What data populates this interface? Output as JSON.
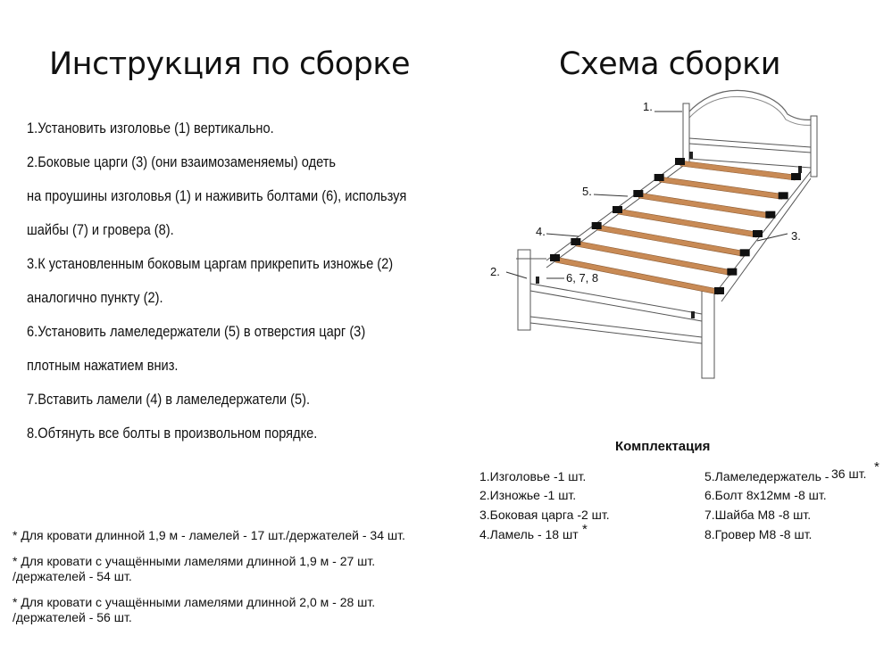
{
  "titles": {
    "instructions": "Инструкция по сборке",
    "scheme": "Схема сборки"
  },
  "steps": [
    "1.Установить изголовье (1) вертикально.",
    "2.Боковые  царги (3) (они взаимозаменяемы) одеть",
    "на проушины изголовья (1) и наживить болтами (6), используя",
    "шайбы (7) и гровера (8).",
    "3.К установленным боковым царгам прикрепить изножье (2)",
    "аналогично пункту (2).",
    "6.Установить ламеледержатели (5) в отверстия царг (3)",
    "плотным нажатием вниз.",
    "7.Вставить ламели (4) в ламеледержатели (5).",
    "8.Обтянуть все болты в произвольном порядке."
  ],
  "diagram": {
    "labels": {
      "headboard": "1.",
      "footboard": "2.",
      "side_rail": "3.",
      "slat": "4.",
      "slat_holder": "5.",
      "fasteners": "6, 7, 8"
    },
    "colors": {
      "slat": "#c88a55",
      "slat_dark": "#8a5a32",
      "holder": "#111111",
      "line": "#555555"
    }
  },
  "kit": {
    "title": "Комплектация",
    "left": [
      "1.Изголовье -1 шт.",
      "2.Изножье -1 шт.",
      "3.Боковая царга -2 шт.",
      "4.Ламель - 18 шт"
    ],
    "right": [
      "5.Ламеледержатель -",
      "6.Болт 8х12мм -8 шт.",
      "7.Шайба М8 -8 шт.",
      "8.Гровер М8 -8 шт."
    ],
    "holders_count": "36 шт.",
    "asterisk": "*"
  },
  "footnotes": [
    "* Для кровати длинной 1,9 м - ламелей - 17 шт./держателей - 34 шт.",
    "* Для кровати с учащёнными ламелями длинной 1,9 м - 27 шт.",
    "/держателей - 54 шт.",
    "* Для кровати с учащёнными ламелями длинной 2,0 м - 28 шт.",
    "/держателей - 56 шт."
  ]
}
